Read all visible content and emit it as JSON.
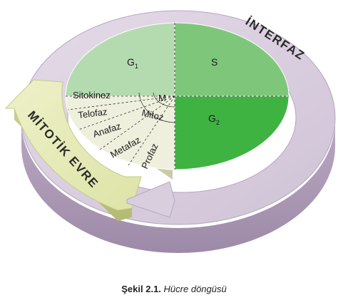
{
  "diagram": {
    "interphase_label": "İNTERFAZ",
    "mitotic_label": "MİTOTİK EVRE",
    "g1": "G",
    "g1_sub": "1",
    "s": "S",
    "g2": "G",
    "g2_sub": "2",
    "m": "M",
    "mitoz": "Mitoz",
    "sitokinez": "Sitokinez",
    "telofaz": "Telofaz",
    "anafaz": "Anafaz",
    "metafaz": "Metafaz",
    "profaz": "Profaz"
  },
  "caption": {
    "label": "Şekil 2.1.",
    "text": "Hücre döngüsü"
  },
  "colors": {
    "g1": "#b4dbb0",
    "s": "#7ec77a",
    "g2": "#3fb342",
    "mitotic_pie": "#eef0dd",
    "interphase_ring": "#d9cede",
    "mitotic_arrow": "#e6eaba"
  }
}
